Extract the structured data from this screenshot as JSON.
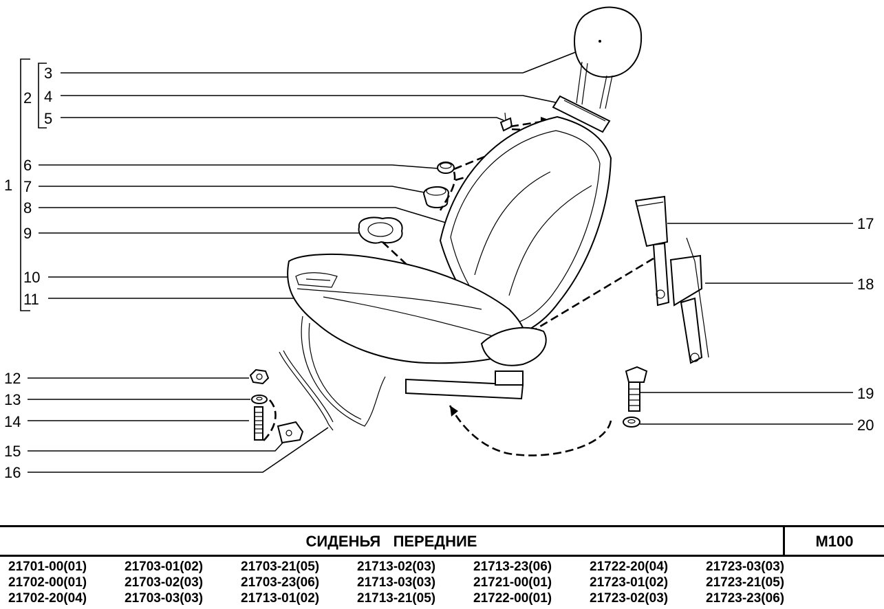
{
  "callouts": {
    "group1": "1",
    "group2": "2",
    "c3": "3",
    "c4": "4",
    "c5": "5",
    "c6": "6",
    "c7": "7",
    "c8": "8",
    "c9": "9",
    "c10": "10",
    "c11": "11",
    "c12": "12",
    "c13": "13",
    "c14": "14",
    "c15": "15",
    "c16": "16",
    "c17": "17",
    "c18": "18",
    "c19": "19",
    "c20": "20"
  },
  "title_block": {
    "title": "СИДЕНЬЯ   ПЕРЕДНИЕ",
    "code": "M100"
  },
  "catalog_numbers": [
    "21701-00(01)",
    "21703-01(02)",
    "21703-21(05)",
    "21713-02(03)",
    "21713-23(06)",
    "21722-20(04)",
    "21723-03(03)",
    "21702-00(01)",
    "21703-02(03)",
    "21703-23(06)",
    "21713-03(03)",
    "21721-00(01)",
    "21723-01(02)",
    "21723-21(05)",
    "21702-20(04)",
    "21703-03(03)",
    "21713-01(02)",
    "21713-21(05)",
    "21722-00(01)",
    "21723-02(03)",
    "21723-23(06)"
  ]
}
